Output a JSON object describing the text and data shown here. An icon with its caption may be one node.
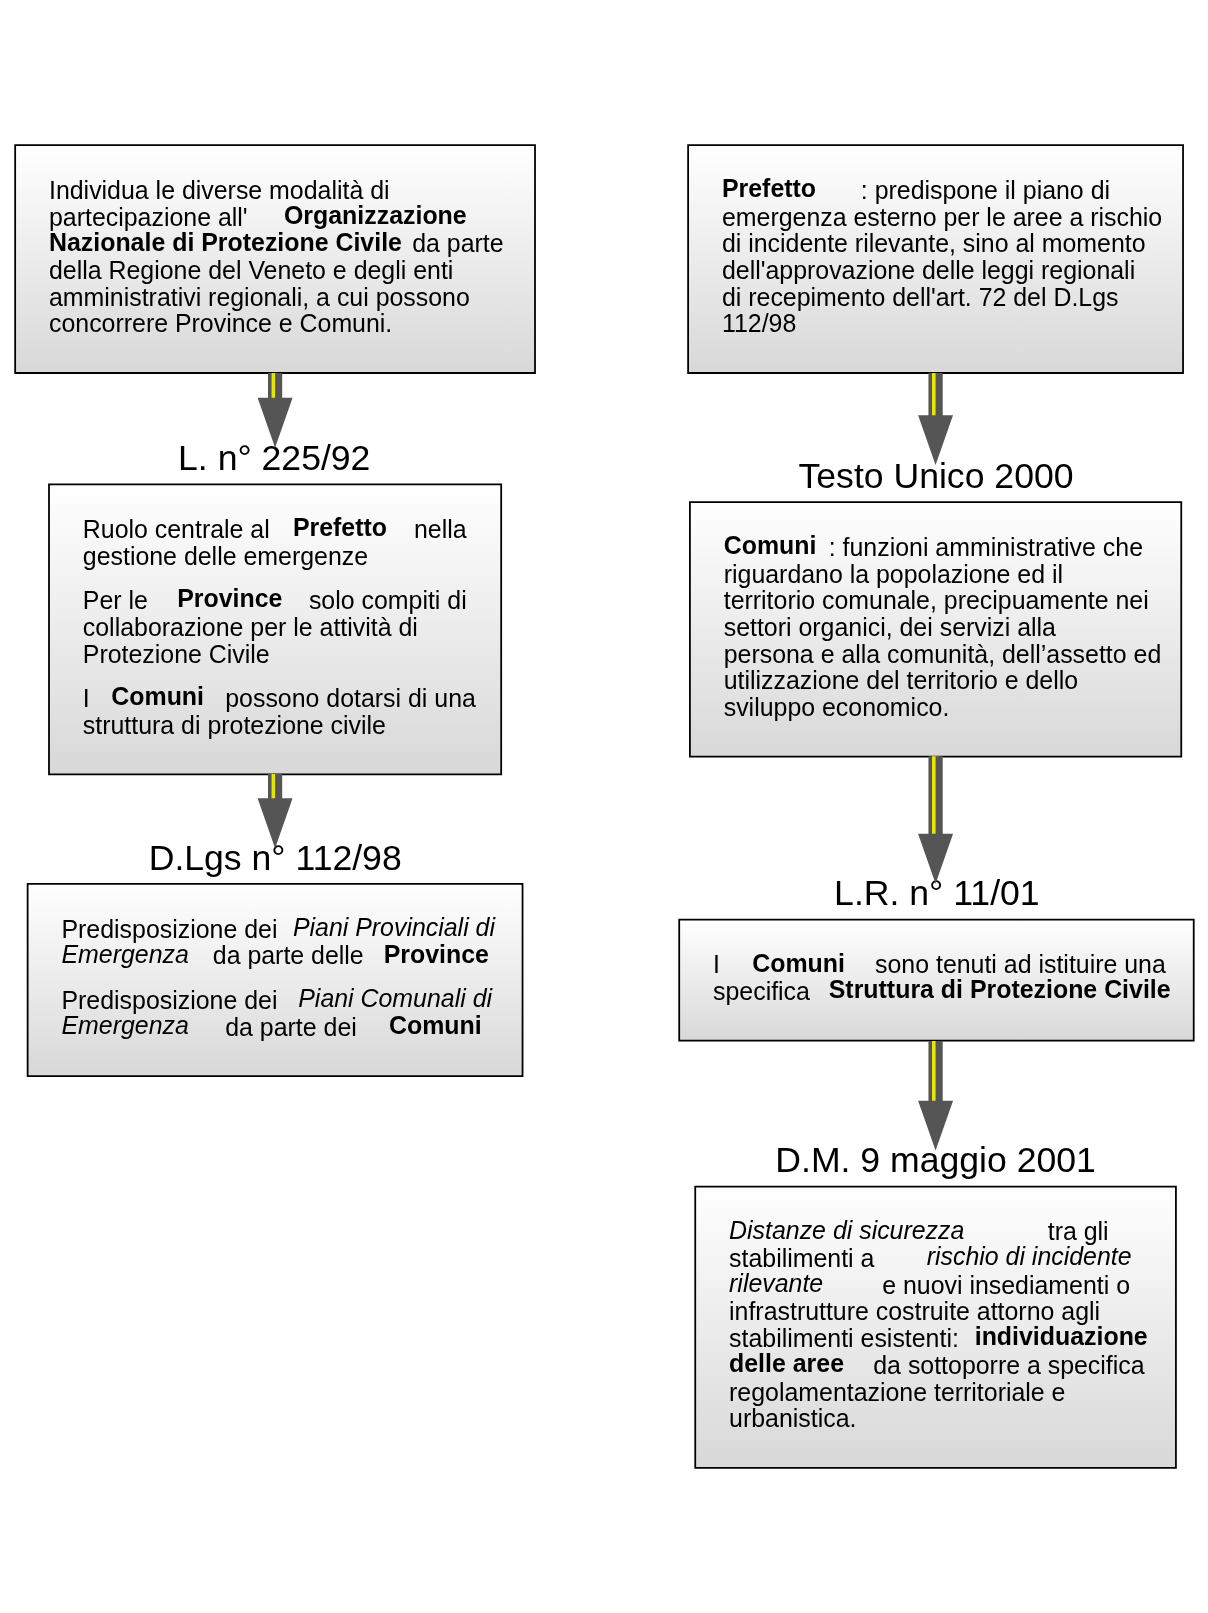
{
  "diagram": {
    "nodes": [
      {
        "text": [
          "Individua le diverse modalità di partecipazione all'**Organizzazione Nazionale di Protezione Civile** da parte della Regione del Veneto e degli enti amministrativi regionali, a cui possono concorrere Province e Comuni."
        ]
      },
      {
        "text": [
          "L. n° 225/92",
          "Ruolo centrale al **Prefetto** nella gestione delle emergenze",
          "Per le **Province** solo compiti di collaborazione per le attività di Protezione Civile",
          "I **Comuni** possono dotarsi di una struttura di protezione civile"
        ]
      },
      {
        "text": [
          "D.Lgs n° 112/98",
          "Predisposizione dei *Piani Provinciali di Emergenza* da parte delle **Province**",
          "Predisposizione dei *Piani Comunali di Emergenza* da parte dei **Comuni**"
        ]
      },
      {
        "text": [
          "**Prefetto**: predispone il piano di emergenza esterno per le aree a rischio di incidente rilevante, sino al momento dell'approvazione delle leggi regionali di recepimento dell'art. 72 del D.Lgs 112/98"
        ]
      },
      {
        "text": [
          "Testo Unico 2000",
          "**Comuni**: funzioni amministrative che riguardano la popolazione ed il territorio comunale, precipuamente nei settori organici, dei servizi alla persona e alla comunità, dell’assetto ed utilizzazione del territorio e dello sviluppo economico."
        ]
      },
      {
        "text": [
          "L.R. n° 11/01",
          "I **Comuni** sono tenuti ad istituire una specifica **Struttura di Protezione Civile**"
        ]
      },
      {
        "text": [
          "D.M. 9 maggio 2001",
          "*Distanze di sicurezza* tra gli stabilimenti a *rischio di incidente rilevante* e nuovi insediamenti o infrastrutture costruite attorno agli stabilimenti esistenti: **individuazione delle aree** da sottoporre a specifica regolamentazione territoriale e urbanistica."
        ]
      }
    ],
    "edges": [
      {
        "from": 0,
        "to": 1,
        "arrow": "to"
      },
      {
        "from": 1,
        "to": 2,
        "arrow": "to"
      },
      {
        "from": 3,
        "to": 4,
        "arrow": "to"
      },
      {
        "from": 4,
        "to": 5,
        "arrow": "to"
      },
      {
        "from": 5,
        "to": 6,
        "arrow": "to"
      }
    ]
  }
}
